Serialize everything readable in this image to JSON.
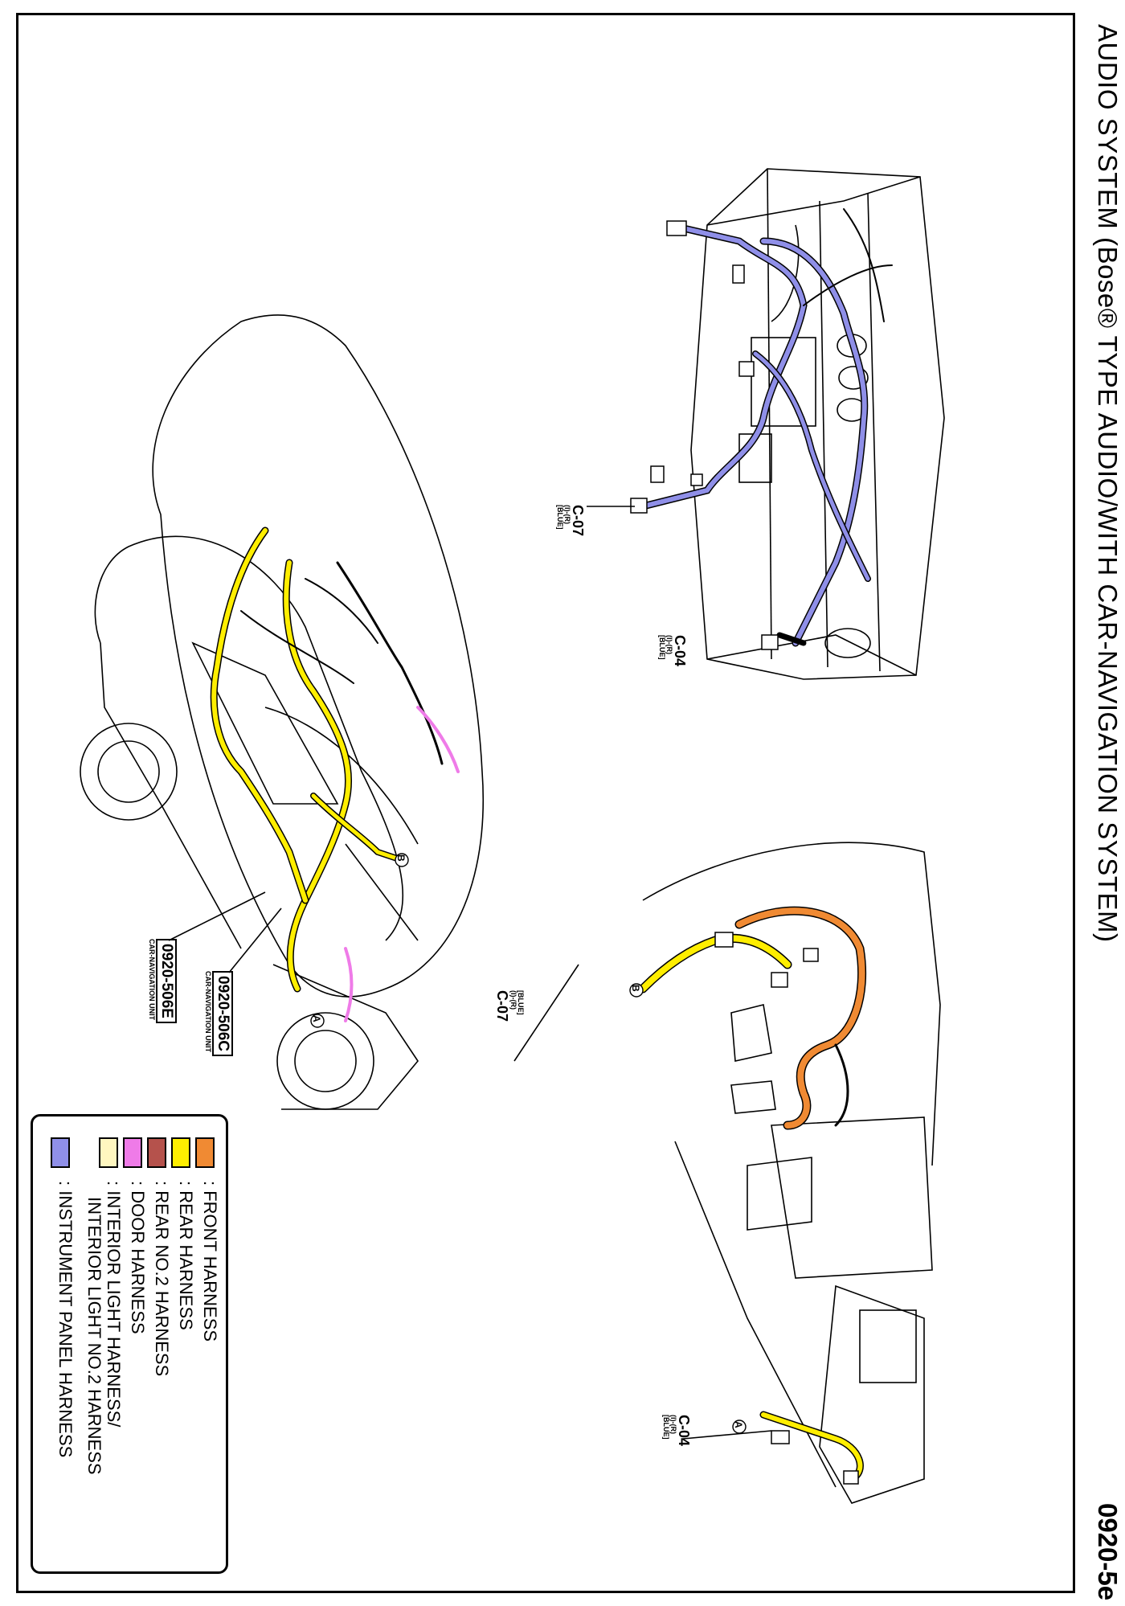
{
  "page": {
    "title": "AUDIO SYSTEM (Bose® TYPE AUDIO/WITH CAR-NAVIGATION SYSTEM)",
    "page_number": "0920-5e"
  },
  "colors": {
    "front_harness": "#f08a33",
    "rear_harness": "#ffee00",
    "rear_no2_harness": "#b5524c",
    "door_harness": "#ef7be8",
    "interior_light_harness": "#fff7c0",
    "instrument_panel_harness": "#8f8fe8"
  },
  "connectors": {
    "c07_dash": {
      "id": "C-07",
      "sub1": "(I)-(R)",
      "sub2": "[BLUE]"
    },
    "c04_dash": {
      "id": "C-04",
      "sub1": "(I)-(R)",
      "sub2": "[BLUE]"
    },
    "c07_car": {
      "id": "C-07",
      "sub1": "(I)-(R)",
      "sub2": "[BLUE]"
    },
    "c04_floor": {
      "id": "C-04",
      "sub1": "(I)-(R)",
      "sub2": "[BLUE]"
    }
  },
  "units": {
    "unit_c": {
      "code": "0920-506C",
      "caption": "CAR-NAVIGATION UNIT"
    },
    "unit_e": {
      "code": "0920-506E",
      "caption": "CAR-NAVIGATION UNIT"
    }
  },
  "markers": {
    "a": "A",
    "b": "B"
  },
  "legend": [
    {
      "key": "front",
      "label": ": FRONT HARNESS",
      "color": "#f08a33"
    },
    {
      "key": "rear",
      "label": ": REAR HARNESS",
      "color": "#ffee00"
    },
    {
      "key": "rear2",
      "label": ": REAR NO.2 HARNESS",
      "color": "#b5524c"
    },
    {
      "key": "door",
      "label": ": DOOR HARNESS",
      "color": "#ef7be8"
    },
    {
      "key": "interior",
      "label": ": INTERIOR LIGHT HARNESS/",
      "label2": "INTERIOR LIGHT NO.2 HARNESS",
      "color": "#fff7c0"
    },
    {
      "key": "ip",
      "label": ": INSTRUMENT PANEL HARNESS",
      "color": "#8f8fe8"
    }
  ]
}
